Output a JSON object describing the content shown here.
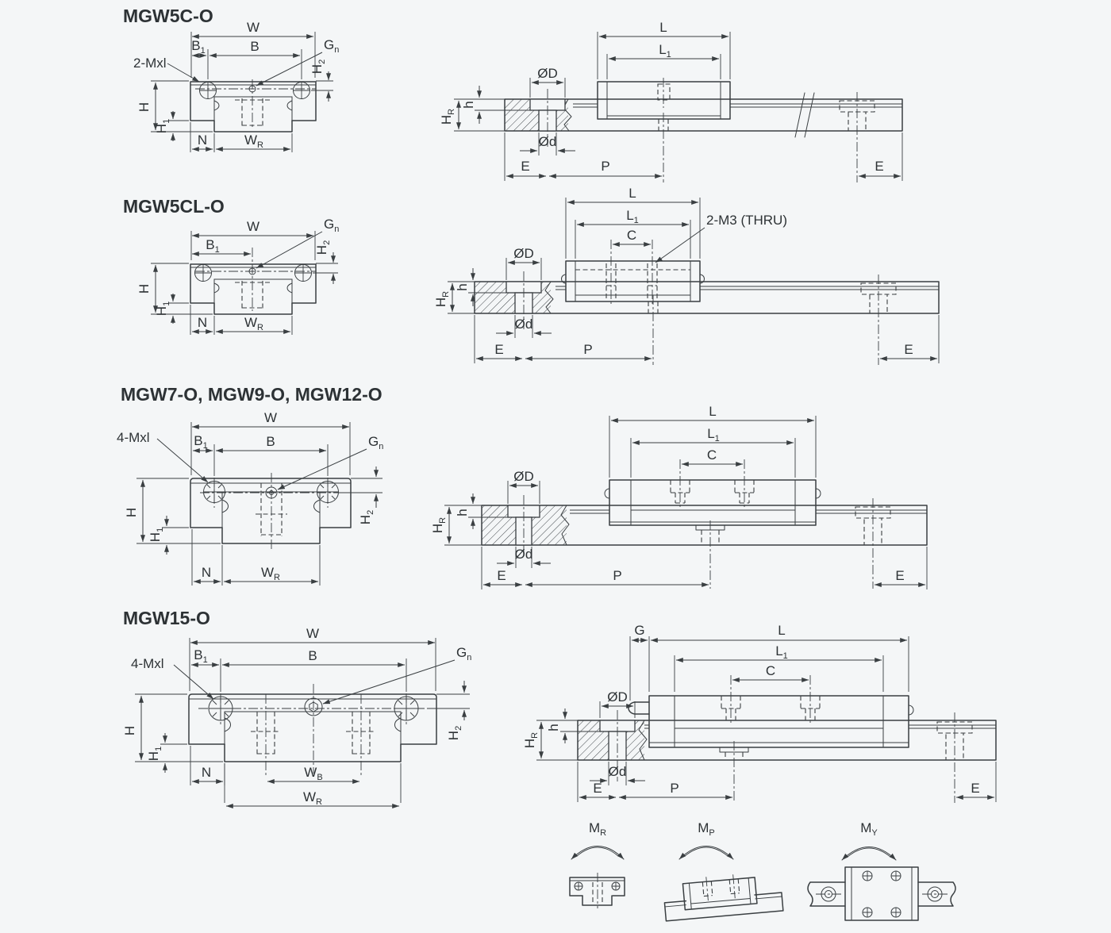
{
  "page": {
    "background": "#f4f6f7",
    "line_color": "#3a3f42",
    "accent": "#0aa2e3"
  },
  "sections": [
    {
      "id": "mgw5c",
      "title": "MGW5C-O"
    },
    {
      "id": "mgw5cl",
      "title": "MGW5CL-O"
    },
    {
      "id": "mgw7912",
      "title": "MGW7-O, MGW9-O, MGW12-O"
    },
    {
      "id": "mgw15",
      "title": "MGW15-O"
    }
  ],
  "sym": {
    "W": {
      "b": "W",
      "s": ""
    },
    "B": {
      "b": "B",
      "s": ""
    },
    "B1": {
      "b": "B",
      "s": "1"
    },
    "Gn": {
      "b": "G",
      "s": "n"
    },
    "H": {
      "b": "H",
      "s": ""
    },
    "H1": {
      "b": "H",
      "s": "1"
    },
    "H2": {
      "b": "H",
      "s": "2"
    },
    "N": {
      "b": "N",
      "s": ""
    },
    "WR": {
      "b": "W",
      "s": "R"
    },
    "WB": {
      "b": "W",
      "s": "B"
    },
    "L": {
      "b": "L",
      "s": ""
    },
    "L1": {
      "b": "L",
      "s": "1"
    },
    "C": {
      "b": "C",
      "s": ""
    },
    "OD": {
      "b": "ØD",
      "s": ""
    },
    "Od": {
      "b": "Ød",
      "s": ""
    },
    "h": {
      "b": "h",
      "s": ""
    },
    "HR": {
      "b": "H",
      "s": "R"
    },
    "E": {
      "b": "E",
      "s": ""
    },
    "P": {
      "b": "P",
      "s": ""
    },
    "G": {
      "b": "G",
      "s": ""
    },
    "mxl2": {
      "b": "2-Mxl",
      "s": ""
    },
    "mxl4": {
      "b": "4-Mxl",
      "s": ""
    },
    "m3thru": {
      "b": "2-M3 (THRU)",
      "s": ""
    },
    "MR": {
      "b": "M",
      "s": "R"
    },
    "MP": {
      "b": "M",
      "s": "P"
    },
    "MY": {
      "b": "M",
      "s": "Y"
    }
  }
}
